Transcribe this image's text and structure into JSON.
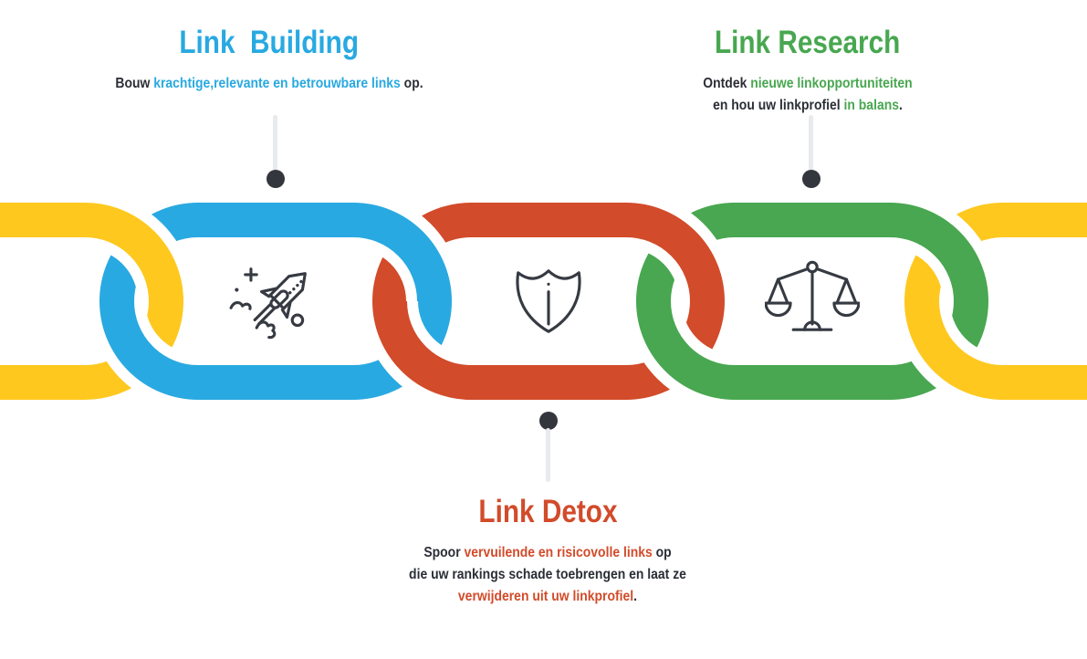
{
  "colors": {
    "blue": "#29A9E1",
    "red": "#D24B2A",
    "green": "#48A750",
    "yellow": "#FEC81E",
    "dark": "#33363D",
    "text_dark": "#2B2E36",
    "connector_line": "#E8EAED",
    "icon_stroke": "#363A42",
    "background": "#FFFFFF"
  },
  "sections": {
    "building": {
      "title": "Link  Building",
      "title_color": "blue",
      "desc_lines": [
        [
          {
            "text": "Bouw ",
            "color": "text_dark"
          },
          {
            "text": "krachtige,relevante en betrouwbare links",
            "color": "blue"
          },
          {
            "text": " op.",
            "color": "text_dark"
          }
        ]
      ]
    },
    "detox": {
      "title": "Link Detox",
      "title_color": "red",
      "desc_lines": [
        [
          {
            "text": "Spoor ",
            "color": "text_dark"
          },
          {
            "text": "vervuilende en risicovolle links",
            "color": "red"
          },
          {
            "text": " op",
            "color": "text_dark"
          }
        ],
        [
          {
            "text": "die uw rankings schade toebrengen en laat ze",
            "color": "text_dark"
          }
        ],
        [
          {
            "text": "verwijderen uit uw linkprofiel",
            "color": "red"
          },
          {
            "text": ".",
            "color": "text_dark"
          }
        ]
      ]
    },
    "research": {
      "title": "Link Research",
      "title_color": "green",
      "desc_lines": [
        [
          {
            "text": "Ontdek ",
            "color": "text_dark"
          },
          {
            "text": "nieuwe linkopportuniteiten",
            "color": "green"
          }
        ],
        [
          {
            "text": "en hou uw linkprofiel ",
            "color": "text_dark"
          },
          {
            "text": "in balans",
            "color": "green"
          },
          {
            "text": ".",
            "color": "text_dark"
          }
        ]
      ]
    }
  },
  "chain": {
    "ring_colors": [
      "yellow",
      "blue",
      "red",
      "green",
      "yellow"
    ],
    "ring_names": [
      "ring-yellow-left",
      "ring-link-building",
      "ring-link-detox",
      "ring-link-research",
      "ring-yellow-right"
    ],
    "icons": [
      "rocket-icon",
      "shield-icon",
      "scales-icon"
    ]
  }
}
